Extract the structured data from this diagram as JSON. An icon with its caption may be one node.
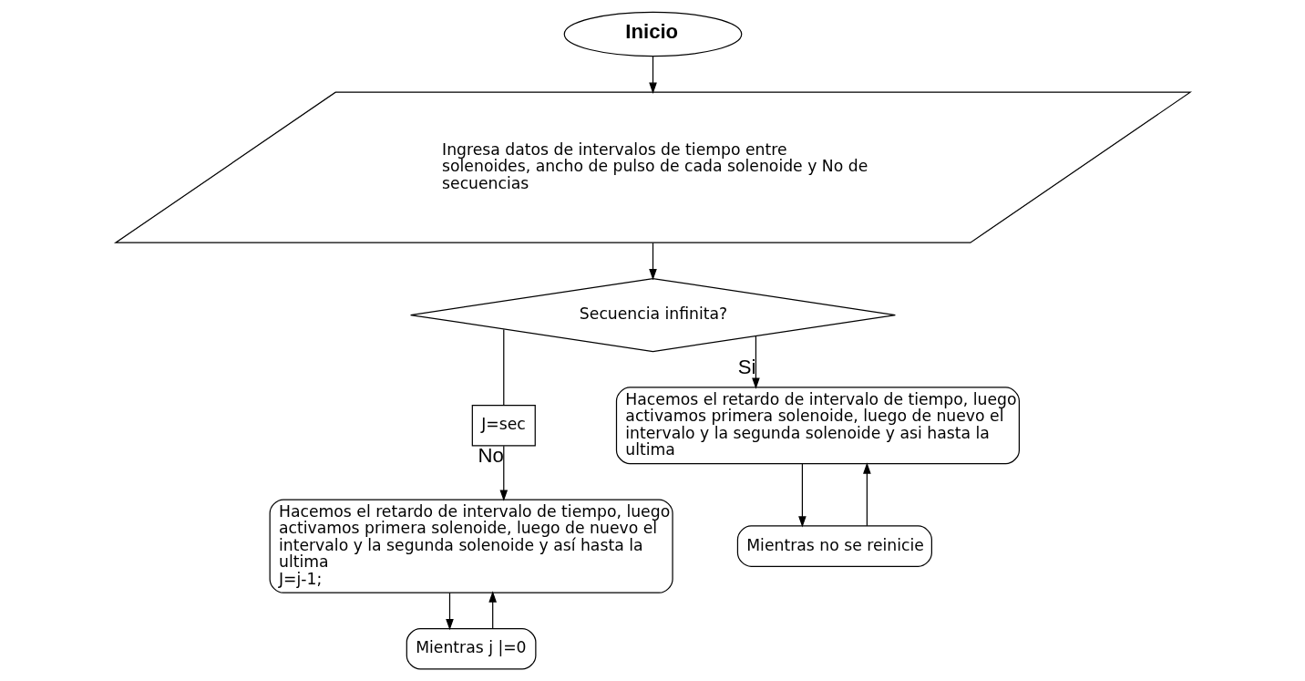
{
  "diagram": {
    "nodes": [
      {
        "text": [
          "Inicio"
        ]
      },
      {
        "text": [
          "Ingresa datos de intervalos de tiempo entre solenoides, ancho de pulso de cada solenoide y No de secuencias"
        ]
      },
      {
        "text": [
          "Secuencia infinita?"
        ]
      },
      {
        "text": [
          "J=sec"
        ]
      },
      {
        "text": [
          "Hacemos el retardo de intervalo de tiempo, luego activamos primera solenoide, luego de nuevo el intervalo y la segunda solenoide y así hasta la ultima",
          "J=j-1;"
        ]
      },
      {
        "text": [
          "Mientras j |=0"
        ]
      },
      {
        "text": [
          "Hacemos el retardo de intervalo de tiempo, luego activamos primera solenoide, luego de nuevo el intervalo y la segunda solenoide y asi hasta la ultima"
        ]
      },
      {
        "text": [
          "Mientras no se reinicie"
        ]
      }
    ],
    "edges": [
      {
        "from": 0,
        "to": 1,
        "arrow": "to"
      },
      {
        "from": 1,
        "to": 2,
        "arrow": "to"
      },
      {
        "from": 2,
        "to": 3,
        "arrow": "none"
      },
      {
        "from": 3,
        "to": 4,
        "arrow": "to",
        "label": "No"
      },
      {
        "from": 2,
        "to": 6,
        "arrow": "to",
        "label": "Si"
      },
      {
        "from": 4,
        "to": 5,
        "arrow": "to"
      },
      {
        "from": 5,
        "to": 4,
        "arrow": "to"
      },
      {
        "from": 6,
        "to": 7,
        "arrow": "to"
      },
      {
        "from": 7,
        "to": 6,
        "arrow": "to"
      }
    ]
  }
}
